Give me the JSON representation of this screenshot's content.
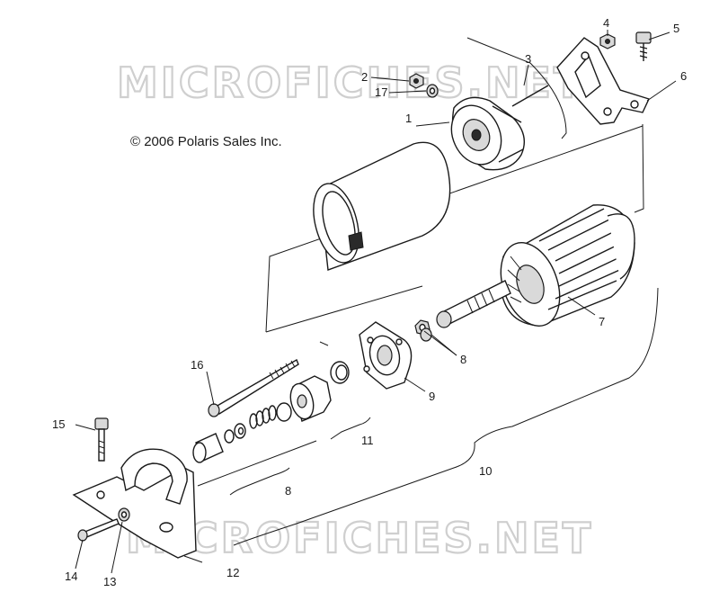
{
  "copyright": "© 2006 Polaris Sales Inc.",
  "watermark": "MICROFICHES.NET",
  "callouts": [
    {
      "id": "1",
      "label": "1"
    },
    {
      "id": "2",
      "label": "2"
    },
    {
      "id": "3",
      "label": "3"
    },
    {
      "id": "4",
      "label": "4"
    },
    {
      "id": "5",
      "label": "5"
    },
    {
      "id": "6",
      "label": "6"
    },
    {
      "id": "7",
      "label": "7"
    },
    {
      "id": "8a",
      "label": "8"
    },
    {
      "id": "8b",
      "label": "8"
    },
    {
      "id": "9",
      "label": "9"
    },
    {
      "id": "10",
      "label": "10"
    },
    {
      "id": "11",
      "label": "11"
    },
    {
      "id": "12",
      "label": "12"
    },
    {
      "id": "13",
      "label": "13"
    },
    {
      "id": "14",
      "label": "14"
    },
    {
      "id": "15",
      "label": "15"
    },
    {
      "id": "16",
      "label": "16"
    },
    {
      "id": "17",
      "label": "17"
    }
  ]
}
